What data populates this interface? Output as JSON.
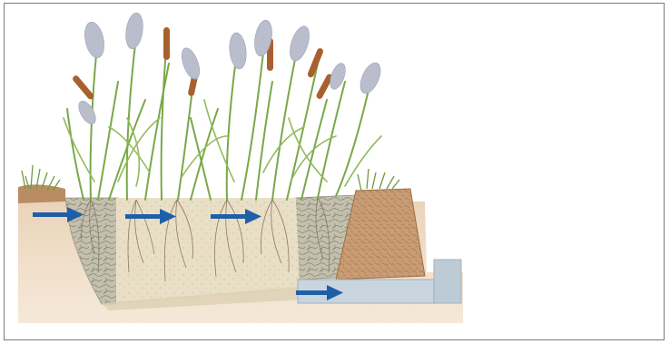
{
  "diagram": {
    "kind": "constructed-wetland-cross-section",
    "flow_direction": "left-to-right",
    "components": [
      "inlet-gravel-zone",
      "soil-filter-bed",
      "outlet-gravel-zone",
      "earth-embankment",
      "outlet-pipe"
    ],
    "vegetation": [
      "common-reed",
      "cattail"
    ],
    "arrow_count": 4
  },
  "colors": {
    "arrow": "#1f5fa8",
    "soil": "#e8ddc4",
    "gravel": "#b9b6a6",
    "embankment": "#c89a72",
    "ground": "#f0dcc4",
    "leaf": "#7aa84a",
    "cattail": "#a8612e",
    "plume": "#b9bdcc",
    "pipe": "#c6d2dc"
  }
}
